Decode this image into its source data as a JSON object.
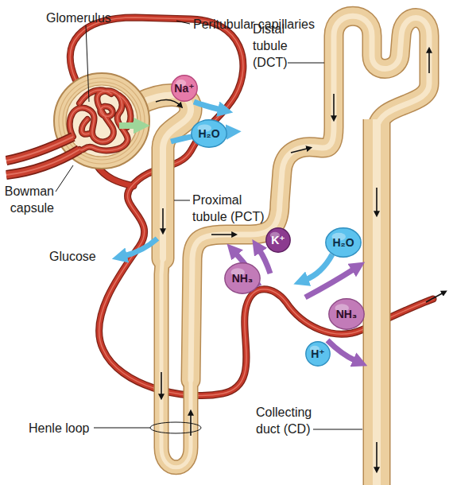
{
  "diagram": {
    "nodes": [
      {
        "text": [
          "Na⁺"
        ]
      },
      {
        "text": [
          "H₂O"
        ]
      },
      {
        "text": [
          "K⁺"
        ]
      },
      {
        "text": [
          "H₂O"
        ]
      },
      {
        "text": [
          "NH₃"
        ]
      },
      {
        "text": [
          "NH₃"
        ]
      },
      {
        "text": [
          "H⁺"
        ]
      }
    ],
    "labels": [
      "Glomerulus",
      "Peritubular capillaries",
      "Distal tubule (DCT)",
      "Bowman capsule",
      "Proximal tubule (PCT)",
      "Glucose",
      "Henle loop",
      "Collecting duct (CD)"
    ]
  }
}
